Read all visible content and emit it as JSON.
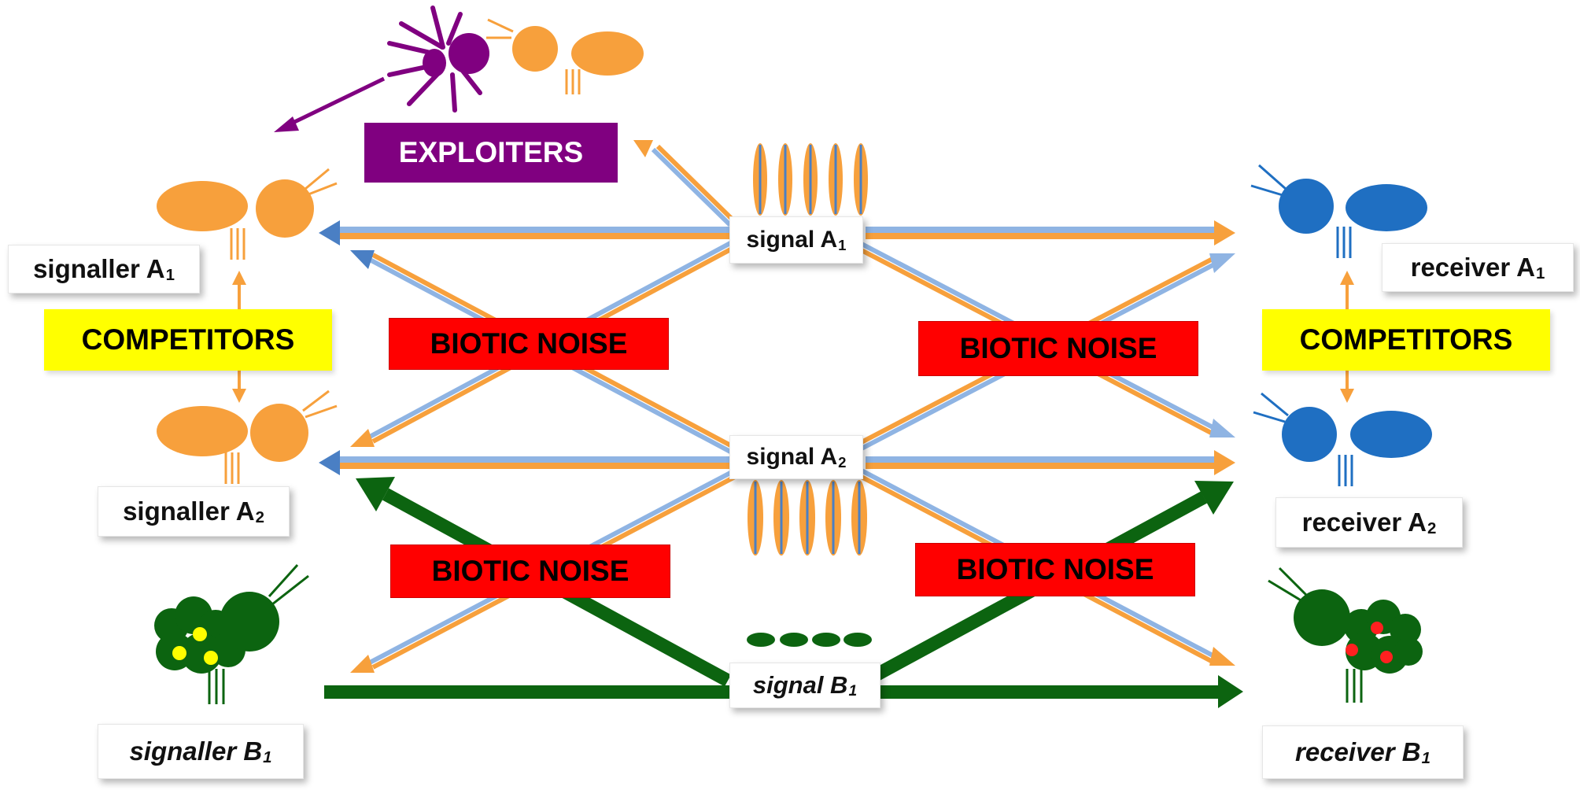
{
  "exploiters": {
    "label": "EXPLOITERS"
  },
  "competitors": {
    "left": "COMPETITORS",
    "right": "COMPETITORS"
  },
  "biotic_noise": [
    "BIOTIC NOISE",
    "BIOTIC NOISE",
    "BIOTIC NOISE",
    "BIOTIC NOISE"
  ],
  "signallers": {
    "a1": {
      "text": "signaller A",
      "sub": "1"
    },
    "a2": {
      "text": "signaller A",
      "sub": "2"
    },
    "b1": {
      "text": "signaller B",
      "sub": "1"
    }
  },
  "signals": {
    "a1": {
      "text": "signal A",
      "sub": "1"
    },
    "a2": {
      "text": "signal A",
      "sub": "2"
    },
    "b1": {
      "text": "signal B",
      "sub": "1"
    }
  },
  "receivers": {
    "a1": {
      "text": "receiver A",
      "sub": "1"
    },
    "a2": {
      "text": "receiver A",
      "sub": "2"
    },
    "b1": {
      "text": "receiver B",
      "sub": "1"
    }
  },
  "colors": {
    "orange": "#f7a03c",
    "blue": "#8fb4e3",
    "dark_blue": "#1f6fc2",
    "green": "#0c6410",
    "purple": "#800080",
    "red": "#ff0000",
    "yellow": "#ffff00",
    "spot_yellow": "#ffff00",
    "spot_red": "#ff2020"
  }
}
